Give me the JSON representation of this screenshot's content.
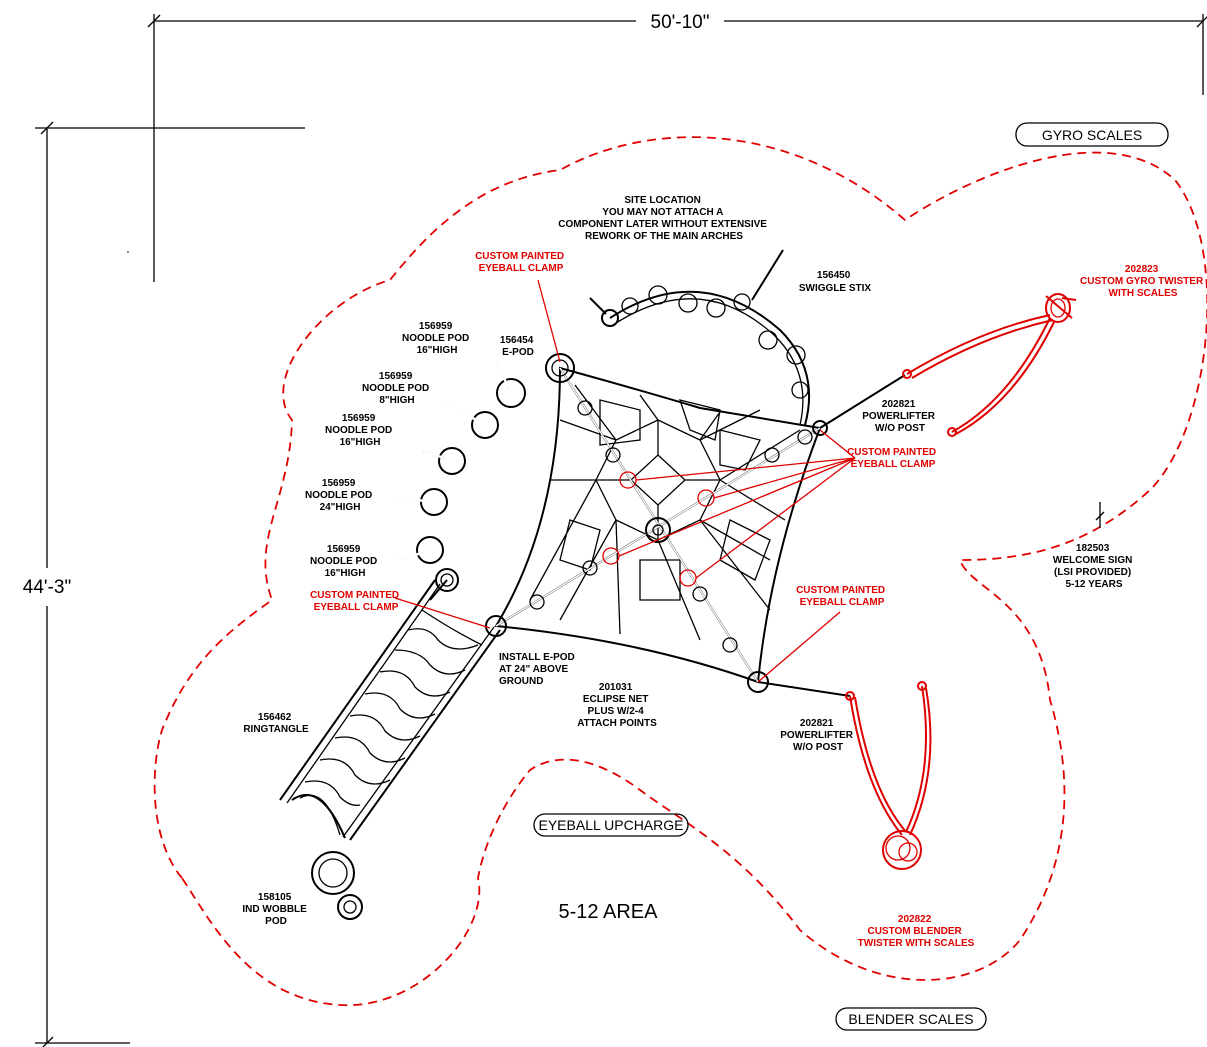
{
  "dimensions": {
    "width_label": "50'-10\"",
    "height_label": "44'-3\""
  },
  "area_title": "5-12 AREA",
  "tags": {
    "gyro_scales": "GYRO SCALES",
    "eyeball_upcharge": "EYEBALL UPCHARGE",
    "blender_scales": "BLENDER SCALES"
  },
  "notes": {
    "site_location": [
      "SITE LOCATION",
      "YOU MAY NOT ATTACH A",
      "COMPONENT LATER WITHOUT EXTENSIVE",
      "REWORK OF THE MAIN ARCHES"
    ],
    "install_epod": [
      "INSTALL E-POD",
      "AT 24\" ABOVE",
      "GROUND"
    ]
  },
  "components": {
    "swiggle_stix": [
      "156450",
      "SWIGGLE STIX"
    ],
    "noodle_pod_1": [
      "156959",
      "NOODLE POD",
      "16\"HIGH"
    ],
    "noodle_pod_2": [
      "156959",
      "NOODLE POD",
      "8\"HIGH"
    ],
    "noodle_pod_3": [
      "156959",
      "NOODLE POD",
      "16\"HIGH"
    ],
    "noodle_pod_4": [
      "156959",
      "NOODLE POD",
      "24\"HIGH"
    ],
    "noodle_pod_5": [
      "156959",
      "NOODLE POD",
      "16\"HIGH"
    ],
    "e_pod": [
      "156454",
      "E-POD"
    ],
    "powerlifter_1": [
      "202821",
      "POWERLIFTER",
      "W/O POST"
    ],
    "powerlifter_2": [
      "202821",
      "POWERLIFTER",
      "W/O POST"
    ],
    "welcome_sign": [
      "182503",
      "WELCOME SIGN",
      "(LSI PROVIDED)",
      "5-12 YEARS"
    ],
    "eclipse_net": [
      "201031",
      "ECLIPSE NET",
      "PLUS W/2-4",
      "ATTACH POINTS"
    ],
    "ringtangle": [
      "156462",
      "RINGTANGLE"
    ],
    "wobble_pod": [
      "158105",
      "IND WOBBLE",
      "POD"
    ]
  },
  "custom_items": {
    "gyro_twister": [
      "202823",
      "CUSTOM GYRO TWISTER",
      "WITH SCALES"
    ],
    "blender_twister": [
      "202822",
      "CUSTOM BLENDER",
      "TWISTER WITH SCALES"
    ],
    "eyeball_clamp_1": [
      "CUSTOM PAINTED",
      "EYEBALL CLAMP"
    ],
    "eyeball_clamp_2": [
      "CUSTOM PAINTED",
      "EYEBALL CLAMP"
    ],
    "eyeball_clamp_3": [
      "CUSTOM PAINTED",
      "EYEBALL CLAMP"
    ],
    "eyeball_clamp_4": [
      "CUSTOM PAINTED",
      "EYEBALL CLAMP"
    ]
  },
  "colors": {
    "line": "#000000",
    "custom": "#e00000",
    "background": "#ffffff"
  }
}
